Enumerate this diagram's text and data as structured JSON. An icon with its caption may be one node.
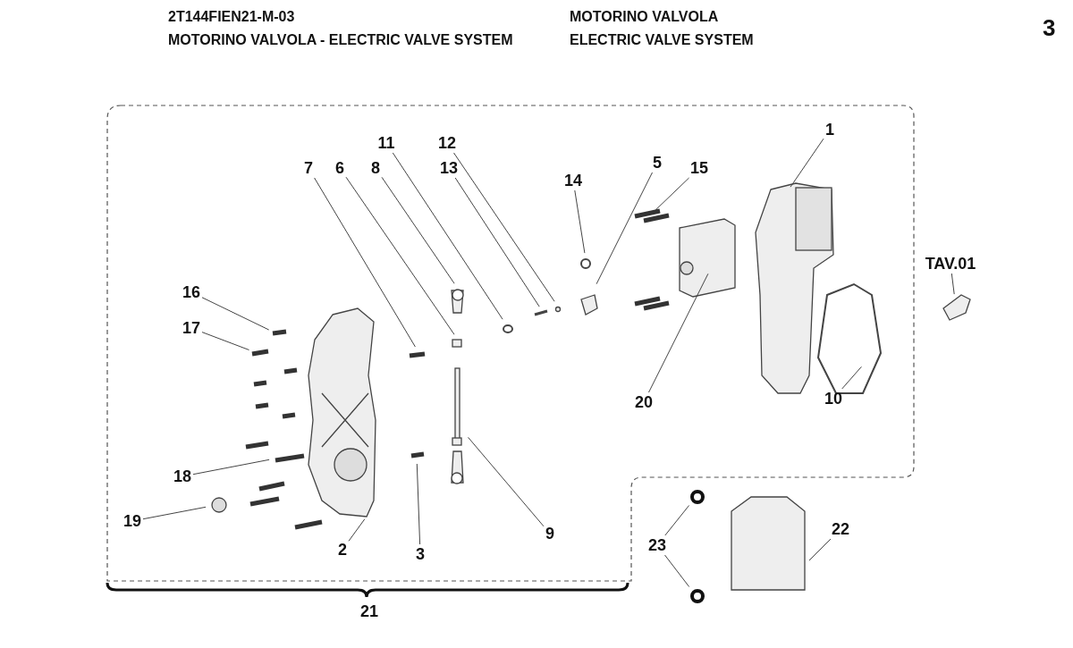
{
  "diagram": {
    "nodes": [
      {
        "text": [
          "1"
        ]
      },
      {
        "text": [
          "5"
        ]
      },
      {
        "text": [
          "15"
        ]
      },
      {
        "text": [
          "14"
        ]
      },
      {
        "text": [
          "12"
        ]
      },
      {
        "text": [
          "11"
        ]
      },
      {
        "text": [
          "13"
        ]
      },
      {
        "text": [
          "7"
        ]
      },
      {
        "text": [
          "6"
        ]
      },
      {
        "text": [
          "8"
        ]
      },
      {
        "text": [
          "16"
        ]
      },
      {
        "text": [
          "17"
        ]
      },
      {
        "text": [
          "TAV.01"
        ]
      },
      {
        "text": [
          "20"
        ]
      },
      {
        "text": [
          "10"
        ]
      },
      {
        "text": [
          "18"
        ]
      },
      {
        "text": [
          "9"
        ]
      },
      {
        "text": [
          "19"
        ]
      },
      {
        "text": [
          "2"
        ]
      },
      {
        "text": [
          "3"
        ]
      },
      {
        "text": [
          "23"
        ]
      },
      {
        "text": [
          "22"
        ]
      }
    ],
    "edges": [
      {
        "from": 0,
        "to": null,
        "arrow": "none"
      },
      {
        "from": 1,
        "to": null,
        "arrow": "none"
      },
      {
        "from": 2,
        "to": null,
        "arrow": "none"
      },
      {
        "from": 3,
        "to": null,
        "arrow": "none"
      },
      {
        "from": 4,
        "to": null,
        "arrow": "none"
      },
      {
        "from": 5,
        "to": null,
        "arrow": "none"
      },
      {
        "from": 6,
        "to": null,
        "arrow": "none"
      },
      {
        "from": 7,
        "to": null,
        "arrow": "none"
      },
      {
        "from": 8,
        "to": null,
        "arrow": "none"
      },
      {
        "from": 9,
        "to": null,
        "arrow": "none"
      },
      {
        "from": 10,
        "to": null,
        "arrow": "none"
      },
      {
        "from": 11,
        "to": null,
        "arrow": "none"
      },
      {
        "from": 12,
        "to": null,
        "arrow": "none"
      },
      {
        "from": 13,
        "to": null,
        "arrow": "none"
      },
      {
        "from": 14,
        "to": null,
        "arrow": "none"
      },
      {
        "from": 15,
        "to": null,
        "arrow": "none"
      },
      {
        "from": 16,
        "to": null,
        "arrow": "none"
      },
      {
        "from": 17,
        "to": null,
        "arrow": "none"
      },
      {
        "from": 18,
        "to": null,
        "arrow": "none"
      },
      {
        "from": 19,
        "to": null,
        "arrow": "none"
      },
      {
        "from": 20,
        "to": null,
        "arrow": "none"
      },
      {
        "from": 20,
        "to": null,
        "arrow": "none"
      },
      {
        "from": 21,
        "to": null,
        "arrow": "none"
      }
    ],
    "labels": [
      "2T144FIEN21-M-03",
      "MOTORINO VALVOLA",
      "MOTORINO VALVOLA - ELECTRIC VALVE SYSTEM",
      "ELECTRIC VALVE SYSTEM",
      "3",
      "21"
    ]
  }
}
